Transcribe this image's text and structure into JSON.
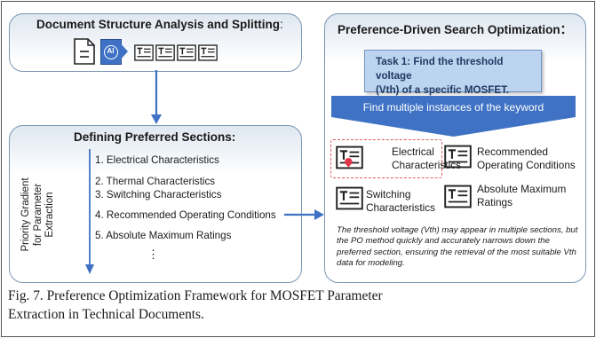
{
  "left_top_panel": {
    "title": "Document Structure Analysis and Splitting",
    "title_suffix": ":",
    "ai_badge": "AI"
  },
  "left_bottom_panel": {
    "title": "Defining Preferred Sections:",
    "axis_label_lines": [
      "Priority Gradient",
      "for Parameter",
      "Extraction"
    ],
    "items": [
      "1. Electrical Characteristics",
      "2. Thermal Characteristics",
      "3. Switching Characteristics",
      "4. Recommended Operating Conditions",
      "5. Absolute Maximum Ratings"
    ],
    "more": "⋮"
  },
  "right_panel": {
    "title": "Preference-Driven Search Optimization",
    "title_suffix": "：",
    "task_lines": [
      "Task 1: Find the threshold voltage",
      "(Vth) of a specific MOSFET."
    ],
    "banner": "Find multiple instances of the keyword",
    "sections": [
      {
        "lines": [
          "Electrical",
          "Characteristics"
        ],
        "highlighted": true
      },
      {
        "lines": [
          "Recommended",
          "Operating Conditions"
        ],
        "highlighted": false
      },
      {
        "lines": [
          "Switching",
          "Characteristics"
        ],
        "highlighted": false
      },
      {
        "lines": [
          "Absolute Maximum",
          "Ratings"
        ],
        "highlighted": false
      }
    ],
    "note": "The threshold voltage (Vth) may appear in multiple sections, but the PO method quickly and accurately narrows down the preferred section, ensuring the retrieval of the most suitable Vth data for modeling."
  },
  "caption": {
    "line1": "Fig. 7.  Preference Optimization Framework for MOSFET Parameter",
    "line2": "Extraction in Technical Documents."
  },
  "colors": {
    "panel_border": "#7b96b2",
    "arrow_blue": "#3f72c4",
    "task_fill": "#bcd4ef",
    "highlight": "#e25a6a"
  }
}
